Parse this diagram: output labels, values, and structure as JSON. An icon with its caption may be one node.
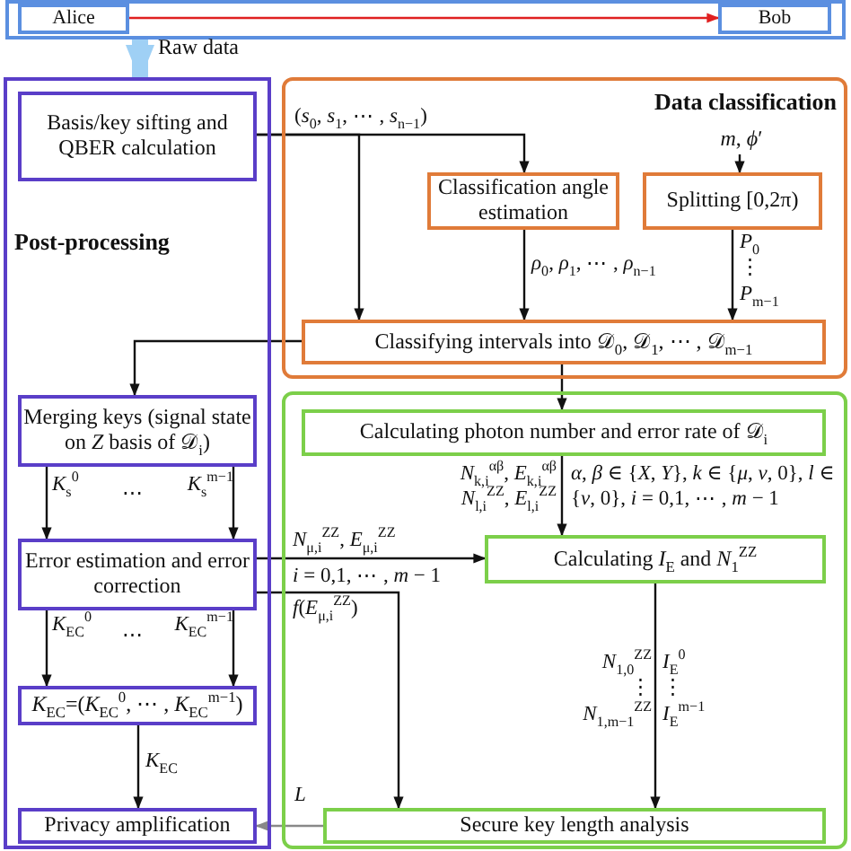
{
  "diagram": {
    "nodes": [
      {
        "text": [],
        "shape": "box"
      },
      {
        "text": [
          "Alice"
        ],
        "in": 0
      },
      {
        "text": [
          "Bob"
        ],
        "in": 0
      },
      {
        "text": [
          "Post-processing"
        ]
      },
      {
        "text": [
          "Data classification"
        ]
      },
      {
        "text": [],
        "shape": "box"
      },
      {
        "text": [
          "Basis/key sifting and QBER calculation"
        ],
        "in": 3
      },
      {
        "text": [
          "*m*, *ϕ*′"
        ],
        "in": 4
      },
      {
        "text": [
          "Classification angle estimation"
        ],
        "in": 4
      },
      {
        "text": [
          "Splitting [0,2π)"
        ],
        "in": 4
      },
      {
        "text": [
          "Classifying intervals into 𝒟$_{0}$, 𝒟$_{1}$, ⋯ , 𝒟$_{m−1}$"
        ],
        "in": 4
      },
      {
        "text": [
          "Merging keys (signal state on *Z* basis of 𝒟$_{i}$)"
        ],
        "in": 3
      },
      {
        "text": [
          "Calculating photon number and error rate of 𝒟$_{i}$"
        ],
        "in": 5
      },
      {
        "text": [
          "Error estimation and error correction"
        ],
        "in": 3
      },
      {
        "text": [
          "Calculating *I*$_{E}$ and *N*$_{1}$$^{ZZ}$"
        ],
        "in": 5
      },
      {
        "text": [
          "*K*$_{EC}$=(*K*$_{EC}$$^{0}$, ⋯ , *K*$_{EC}$$^{m−1}$)"
        ],
        "in": 3
      },
      {
        "text": [
          "Privacy amplification"
        ],
        "in": 3
      },
      {
        "text": [
          "Secure key length analysis"
        ],
        "in": 5
      }
    ],
    "edges": [
      {
        "from": 0,
        "to": 3,
        "arrow": "to",
        "label": "Raw data",
        "style": "thick",
        "color": "#9fd0f5"
      },
      {
        "from": 1,
        "to": 2,
        "arrow": "to",
        "color": "#e02020"
      },
      {
        "from": 6,
        "to": 8,
        "arrow": "to",
        "label": "(*s*$_{0}$, *s*$_{1}$, ⋯ , *s*$_{n−1}$)"
      },
      {
        "from": 6,
        "to": 10,
        "arrow": "to"
      },
      {
        "from": 7,
        "to": 9,
        "arrow": "to"
      },
      {
        "from": 8,
        "to": 10,
        "arrow": "to",
        "label": "*ρ*$_{0}$, *ρ*$_{1}$, ⋯ , *ρ*$_{n−1}$"
      },
      {
        "from": 9,
        "to": 10,
        "arrow": "to",
        "label": "*P*$_{0}$ ⋮ *P*$_{m−1}$"
      },
      {
        "from": 10,
        "to": 11,
        "arrow": "to"
      },
      {
        "from": 10,
        "to": 12,
        "arrow": "to"
      },
      {
        "from": 11,
        "to": 13,
        "arrow": "to",
        "label": "*K*$_{s}$$^{0}$"
      },
      {
        "from": 11,
        "to": 13,
        "arrow": "to",
        "label": "*K*$_{s}$$^{m−1}$"
      },
      {
        "from": 12,
        "to": 14,
        "arrow": "to",
        "label": "*N*$_{k,i}$$^{αβ}$, *E*$_{k,i}$$^{αβ}$ *N*$_{l,i}$$^{ZZ}$, *E*$_{l,i}$$^{ZZ}$"
      },
      {
        "from": 13,
        "to": 14,
        "arrow": "to",
        "label": "*N*$_{μ,i}$$^{ZZ}$, *E*$_{μ,i}$$^{ZZ}$"
      },
      {
        "from": 13,
        "to": 17,
        "arrow": "to",
        "label": "*f*(*E*$_{μ,i}$$^{ZZ}$)"
      },
      {
        "from": 13,
        "to": 15,
        "arrow": "to",
        "label": "*K*$_{EC}$$^{0}$"
      },
      {
        "from": 13,
        "to": 15,
        "arrow": "to",
        "label": "*K*$_{EC}$$^{m−1}$"
      },
      {
        "from": 14,
        "to": 17,
        "arrow": "to",
        "label": "*N*$_{1,0}$$^{ZZ}$ ⋮ *N*$_{1,m−1}$$^{ZZ}$"
      },
      {
        "from": 15,
        "to": 16,
        "arrow": "to",
        "label": "*K*$_{EC}$"
      },
      {
        "from": 17,
        "to": 16,
        "arrow": "to",
        "label": "*L*",
        "color": "#888888"
      }
    ],
    "labels": [
      "⋯",
      "*α*, *β* ∈ {*X*, *Y*}, *k* ∈ {*μ*, *ν*, 0}, *l* ∈ {*ν*, 0}, *i* = 0,1, ⋯ , *m* − 1",
      "*i* = 0,1, ⋯ , *m* − 1",
      "⋯",
      "*I*$_{E}$$^{0}$ ⋮ *I*$_{E}$$^{m−1}$"
    ]
  }
}
